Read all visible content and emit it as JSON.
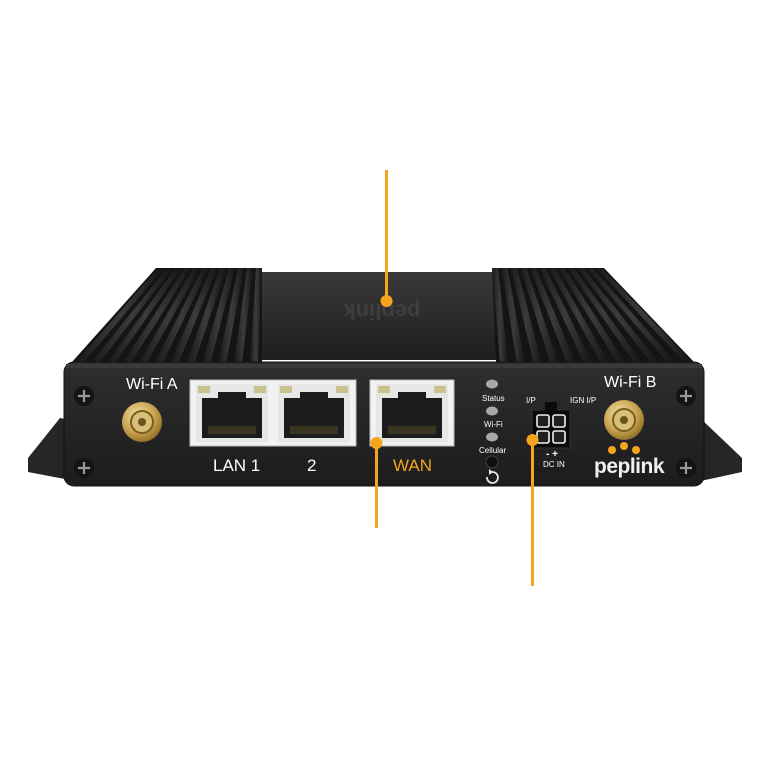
{
  "device": {
    "brand": "peplink",
    "ports": {
      "lan1_label": "LAN 1",
      "lan2_label": "2",
      "wan_label": "WAN"
    },
    "antennas": {
      "left_label": "Wi-Fi A",
      "right_label": "Wi-Fi B"
    },
    "leds": {
      "status_label": "Status",
      "wifi_label": "Wi-Fi",
      "cellular_label": "Cellular"
    },
    "power": {
      "io_label": "I/P",
      "ign_label": "IGN I/P",
      "polarity_label": "-  +",
      "dc_label": "DC IN"
    }
  },
  "colors": {
    "accent": "#f5a41c",
    "chassis": "#2b2b2b",
    "faceplate": "#232323",
    "background": "#ffffff"
  },
  "icons": [
    "reset-icon",
    "screw-icon",
    "antenna-connector-icon",
    "ethernet-port-icon",
    "power-connector-icon"
  ]
}
